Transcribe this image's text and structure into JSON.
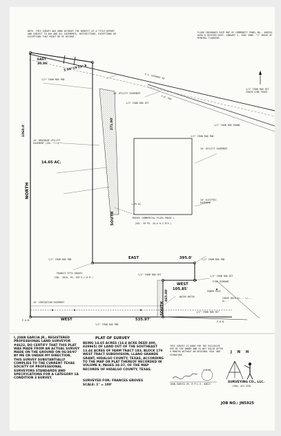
{
  "notes": {
    "top_left_note": "NOTE: THIS SURVEY WAS DONE WITHOUT THE BENEFIT OF A TITLE REPORT AND SUBJECT TO ANY AND ALL EASEMENTS, RESTRICTIONS, EXCEPTIONS OR EXCEPTIONS THAT MIGHT BE OF RECORD.",
    "flood_note": "FLOOD INSURANCE RATE MAP OF COMMUNITY PANEL NO.: 480334 0450 D REVISED DATE: JANUARY 2, 1982 ZONE: \"C\" AREAS OF MINIMAL FLOODING"
  },
  "labels": {
    "north_label": "NORTH",
    "east_top": "EAST",
    "east_top_dist": "30.36'",
    "ease_line": "S 90°19'23\" E",
    "north_dist_left": "1060.0'",
    "acres_label": "14.65 AC.",
    "south_label_1": "SOUTH",
    "south_dist_1": "271.90'",
    "east_mid": "EAST",
    "east_mid_dist": "395.0'",
    "west_mid": "WEST",
    "west_mid_dist": "105.85'",
    "south_label_2": "SOUTH",
    "south_dist_2": "465.00'",
    "west_bottom": "WEST",
    "west_bottom_dist": "535.97'",
    "commercial_plaza": "GROVES COMMERCIAL PLAZA PHASE 1",
    "commercial_plaza_ref": "(VOL. 59 PG. 20-A H.C.M.R.)",
    "wall_dims": "1.79 AC.",
    "francis_label": "FRANCIS ETTA GROVES",
    "francis_ref": "(VOL. 2818, PG. 109 H.C.D.R.)",
    "utility_easement_1": "10' UTILITY EASEMENT",
    "utility_easement_2": "10' UTILITY EASEMENT",
    "utility_easement_3": "10' ELECTRIC EASEMENT",
    "drainage_easement": "10' DRAINAGE UTILITY EASEMENT (VOL. ...)",
    "irrigation_easement": "10' IRRIGATION EASEMENT",
    "iron_rod_1": "1/2\" IRON ROD FND",
    "iron_rod_2": "1/2\" IRON ROD SET",
    "iron_rod_3": "1/2\" IRON ROD FND",
    "iron_rod_4": "1/2\" IRON ROD FND",
    "iron_rod_5": "1/2\" IRON ROD FND",
    "iron_rod_6": "1/2\" IRON ROD SET",
    "iron_rod_7": "1/2\" IRON ROD SET",
    "iron_rod_8": "1/2\" IRON ROD SET",
    "road_label": "U.S. HIGHWAY 83",
    "road_label_2": "F.M. 681",
    "fire_hydrant": "FIRE HYDRANT",
    "power_pole": "POWER POLE",
    "water_meter": "WATER METER",
    "curve_data": "CURVE DATA R=... L=... Δ=...",
    "right_corner_note": "1/2\" IRON ROD SET CHAIN LINK FENCE",
    "corner_found": "1/2\" IRON ROD FOUND",
    "scale_ref": "P.O.B.",
    "bottom_iron_rod": "1/2\" IRON ROD FND",
    "pob_label": "P.O.B."
  },
  "title_block": {
    "plat_title": "PLAT OF SURVEY",
    "description": "BEING 14.65 ACRES (14.4 ACRE DEED 400, 828965) OF LAND OUT OF THE SOUTHEAST 13.44 ACRES OF FARM TRACT 183, BLOCK 179 WEST TRACT SUBDIVISION, LLANO GRANDE GRANT, HIDALGO COUNTY, TEXAS, ACCORDING TO THE MAP OR PLAT THEREOF RECORDED IN VOLUME 8, PAGES 34-37, OF THE MAP RECORDS OF HIDALGO COUNTY, TEXAS.",
    "surveyed_for": "SURVEYED FOR: FRANCES GROVES",
    "scale": "SCALE: 1\" = 100'",
    "certification": "I, JUAN GARCIA JR., REGISTERED PROFESSIONAL LAND SURVEYOR #4622, DO CERTIFY THAT THIS PLAT WAS MADE FROM AN ACTUAL SURVEY MADE ON THE GROUND ON 06/30/97 BY ME OR UNDER MY DIRECTION. THIS SURVEY SUBSTANTIALLY COMPLIES TO THE CURRENT TEXAS SOCIETY OF PROFESSIONAL SURVEYORS STANDARDS AND SPECIFICATIONS FOR A CATEGORY 1A CONDITION 3 SURVEY.",
    "usage_note": "THIS SURVEY IS DONE FOR THE EXCLUSIVE USE OF THE OWNER AND IS NOT VALID AFTER 6 MONTHS WITHOUT AN ORIGINAL SEAL AND SIGNATURE.",
    "signature_line": "JUAN GARCIA JR. R.P.L.S. #4622",
    "date": "7-2-97",
    "company_initials": "J N H",
    "company_name": "SURVEYING CO., LLC.",
    "company_phone": "(956) 423-3781",
    "job_no": "JOB NO.: JN5925"
  }
}
